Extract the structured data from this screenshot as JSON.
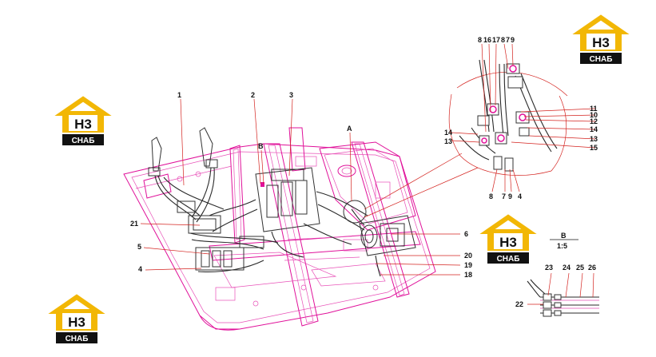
{
  "colors": {
    "frame": "#e0119a",
    "leader": "#d4231f",
    "ink": "#111111",
    "logo_yellow": "#f2b705",
    "logo_black": "#111111"
  },
  "logo": {
    "mark": "H3",
    "sub": "СНАБ"
  },
  "callouts": {
    "c1": "1",
    "c2": "2",
    "c3": "3",
    "cA": "A",
    "cB": "B",
    "c21": "21",
    "c5": "5",
    "c4": "4",
    "c6": "6",
    "c20": "20",
    "c19": "19",
    "c18": "18",
    "d8": "8",
    "d16": "16",
    "d17": "17",
    "d8b": "8",
    "d7": "7",
    "d9": "9",
    "d11": "11",
    "d10": "10",
    "d12": "12",
    "d14r": "14",
    "d13r": "13",
    "d15": "15",
    "d14l": "14",
    "d13l": "13",
    "b8": "8",
    "b7": "7",
    "b9": "9",
    "b4": "4",
    "e23": "23",
    "e24": "24",
    "e25": "25",
    "e26": "26",
    "e22": "22"
  },
  "detail_b": {
    "label": "B",
    "scale": "1:5"
  }
}
